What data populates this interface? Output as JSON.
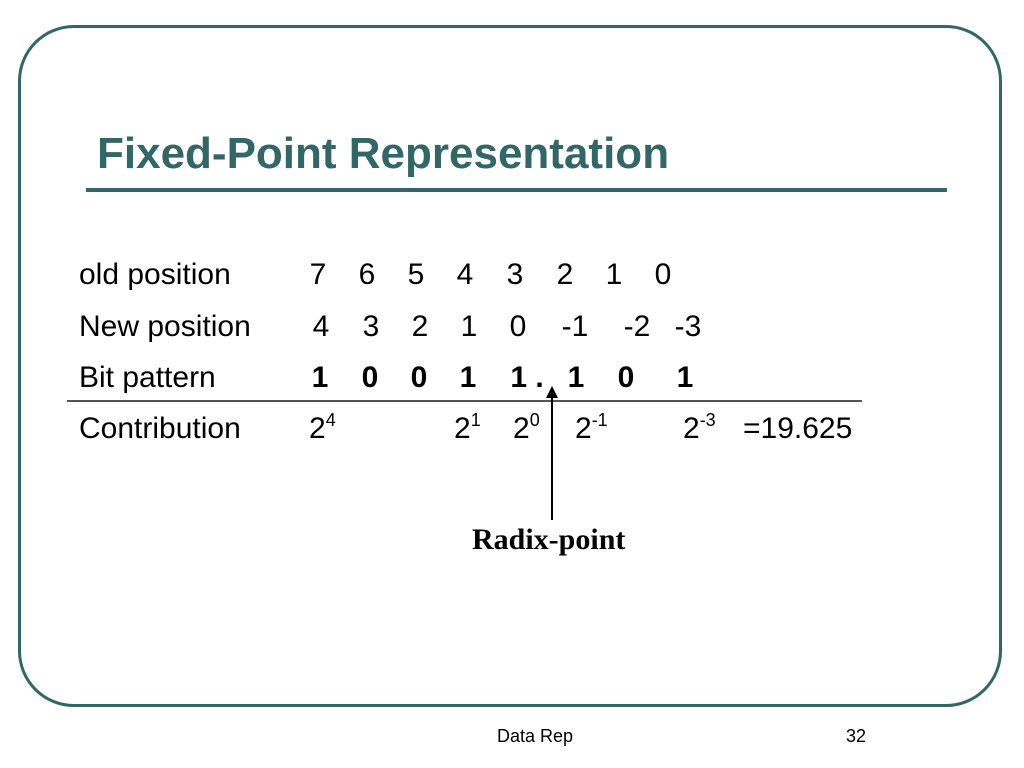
{
  "slide": {
    "title": "Fixed-Point Representation",
    "footer_text": "Data Rep",
    "page_number": "32",
    "accent_color": "#336666"
  },
  "table": {
    "old_position": {
      "label": "old position",
      "values": [
        "7",
        "6",
        "5",
        "4",
        "3",
        "2",
        "1",
        "0"
      ]
    },
    "new_position": {
      "label": "New position",
      "values": [
        "4",
        "3",
        "2",
        "1",
        "0",
        "-1",
        "-2",
        "-3"
      ]
    },
    "bit_pattern": {
      "label": "Bit pattern",
      "values": [
        "1",
        "0",
        "0",
        "1",
        "1 .",
        "1",
        "0",
        "1"
      ]
    },
    "contribution": {
      "label": "Contribution",
      "terms": [
        {
          "base": "2",
          "exp": "4"
        },
        {
          "base": "2",
          "exp": "1"
        },
        {
          "base": "2",
          "exp": "0"
        },
        {
          "base": "2",
          "exp": "-1"
        },
        {
          "base": "2",
          "exp": "-3"
        }
      ],
      "result": "=19.625"
    }
  },
  "annotation": {
    "radix_label": "Radix-point"
  }
}
